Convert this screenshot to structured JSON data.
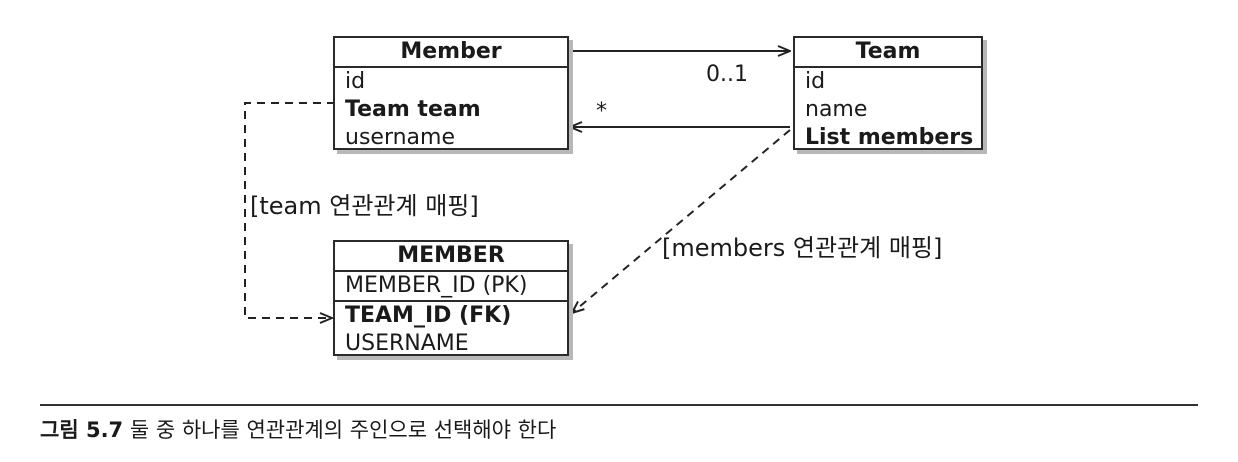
{
  "member_entity": {
    "title": "Member",
    "fields": [
      "id",
      "Team team",
      "username"
    ]
  },
  "team_entity": {
    "title": "Team",
    "fields": [
      "id",
      "name",
      "List members"
    ]
  },
  "member_table": {
    "title": "MEMBER",
    "columns": [
      "MEMBER_ID (PK)",
      "TEAM_ID (FK)",
      "USERNAME"
    ]
  },
  "multiplicity": {
    "to_team": "0..1",
    "to_member": "*"
  },
  "mappings": {
    "team": "[team 연관관계 매핑]",
    "members": "[members 연관관계 매핑]"
  },
  "caption": {
    "figure_number": "그림 5.7",
    "text": "둘 중 하나를 연관관계의 주인으로 선택해야 한다"
  }
}
